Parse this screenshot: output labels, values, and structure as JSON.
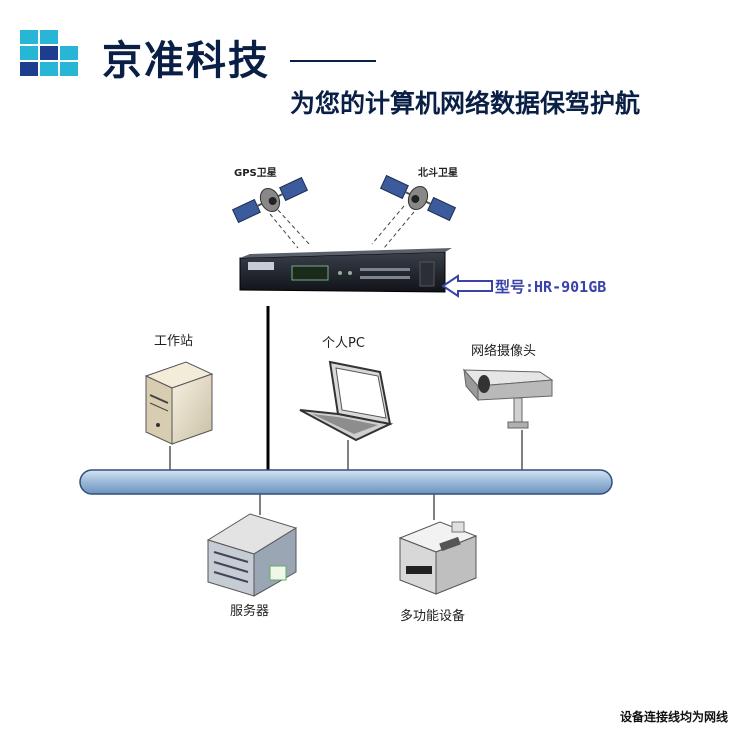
{
  "header": {
    "brand": "京准科技",
    "slogan": "为您的计算机网络数据保驾护航"
  },
  "satellites": {
    "gps": "GPS卫星",
    "beidou": "北斗卫星"
  },
  "device": {
    "model": "型号:HR-901GB"
  },
  "nodes": {
    "workstation": "工作站",
    "pc": "个人PC",
    "camera": "网络摄像头",
    "server": "服务器",
    "mfp": "多功能设备"
  },
  "footer": {
    "note": "设备连接线均为网线"
  },
  "colors": {
    "brand": "#0a1f45",
    "logo_cyan": "#28b6d6",
    "logo_navy": "#1e3d8f",
    "arrow": "#3a43a8",
    "bus": "#9ab8d9"
  }
}
